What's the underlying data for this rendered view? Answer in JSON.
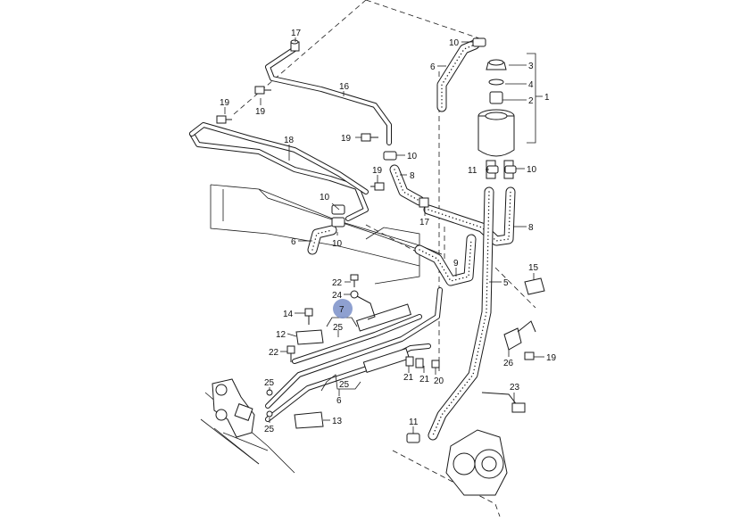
{
  "diagram": {
    "highlight_label": "7",
    "highlight_color": "#7a8fc8",
    "labels": [
      {
        "id": "p17a",
        "text": "17"
      },
      {
        "id": "p10a",
        "text": "10"
      },
      {
        "id": "p6a",
        "text": "6"
      },
      {
        "id": "p3",
        "text": "3"
      },
      {
        "id": "p4",
        "text": "4"
      },
      {
        "id": "p2",
        "text": "2"
      },
      {
        "id": "p1",
        "text": "1"
      },
      {
        "id": "p16",
        "text": "16"
      },
      {
        "id": "p19a",
        "text": "19"
      },
      {
        "id": "p19b",
        "text": "19"
      },
      {
        "id": "p19c",
        "text": "19"
      },
      {
        "id": "p18",
        "text": "18"
      },
      {
        "id": "p10b",
        "text": "10"
      },
      {
        "id": "p8a",
        "text": "8"
      },
      {
        "id": "p11a",
        "text": "11"
      },
      {
        "id": "p10c",
        "text": "10"
      },
      {
        "id": "p19d",
        "text": "19"
      },
      {
        "id": "p10d",
        "text": "10"
      },
      {
        "id": "p10e",
        "text": "10"
      },
      {
        "id": "p6b",
        "text": "6"
      },
      {
        "id": "p17b",
        "text": "17"
      },
      {
        "id": "p8b",
        "text": "8"
      },
      {
        "id": "p9",
        "text": "9"
      },
      {
        "id": "p5",
        "text": "5"
      },
      {
        "id": "p15",
        "text": "15"
      },
      {
        "id": "p22a",
        "text": "22"
      },
      {
        "id": "p24",
        "text": "24"
      },
      {
        "id": "p14",
        "text": "14"
      },
      {
        "id": "p25a",
        "text": "25"
      },
      {
        "id": "p12",
        "text": "12"
      },
      {
        "id": "p22b",
        "text": "22"
      },
      {
        "id": "p26",
        "text": "26"
      },
      {
        "id": "p19e",
        "text": "19"
      },
      {
        "id": "p21a",
        "text": "21"
      },
      {
        "id": "p21b",
        "text": "21"
      },
      {
        "id": "p20",
        "text": "20"
      },
      {
        "id": "p25b",
        "text": "25"
      },
      {
        "id": "p6c",
        "text": "6"
      },
      {
        "id": "p25c",
        "text": "25"
      },
      {
        "id": "p25d",
        "text": "25"
      },
      {
        "id": "p23",
        "text": "23"
      },
      {
        "id": "p13",
        "text": "13"
      },
      {
        "id": "p11b",
        "text": "11"
      }
    ]
  }
}
